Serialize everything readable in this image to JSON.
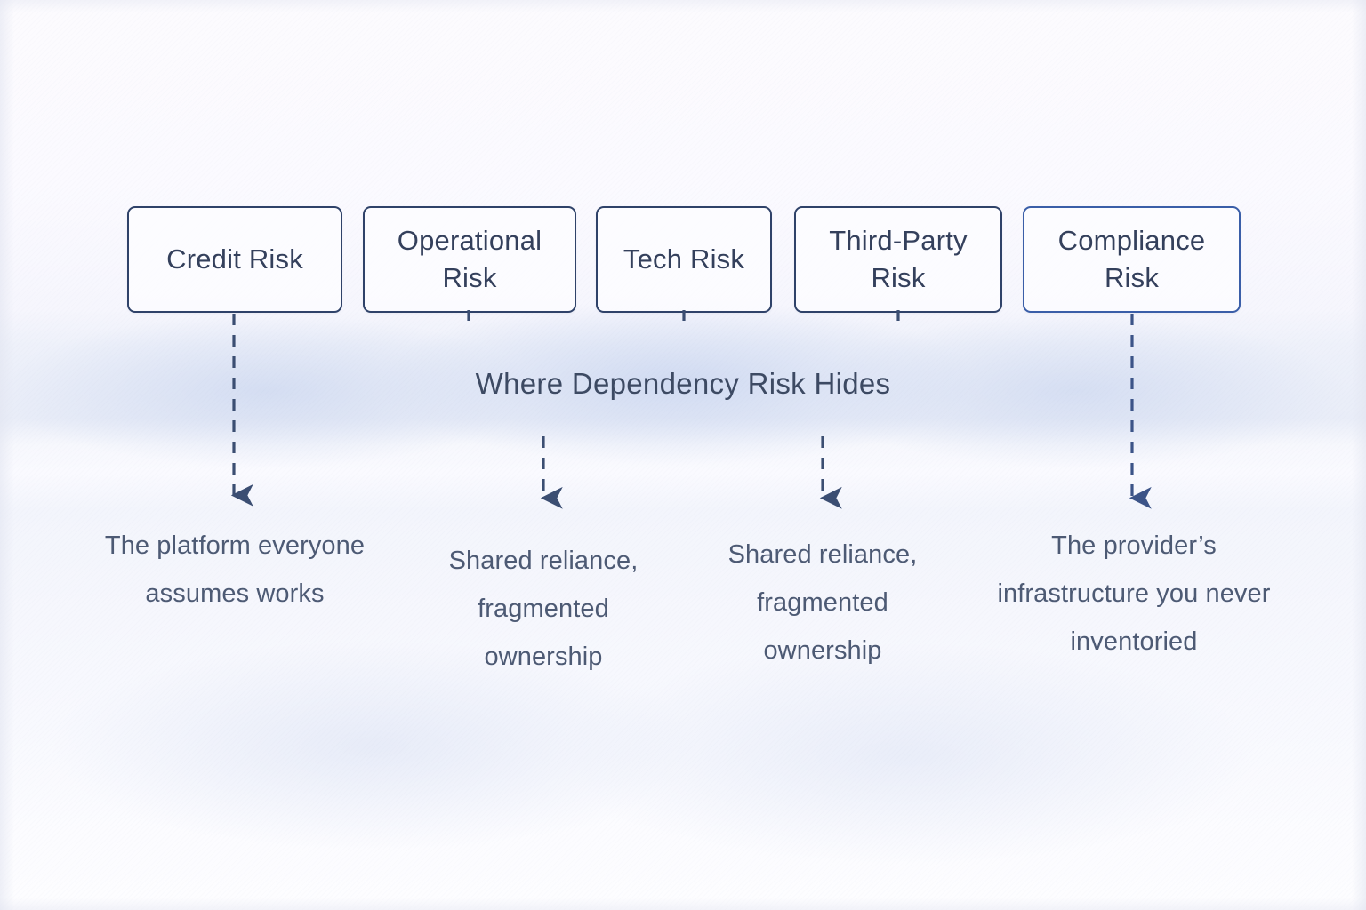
{
  "diagram": {
    "title": "Where Dependency Risk Hides",
    "type": "flow-diagram",
    "colors": {
      "box_border": "#2f4269",
      "box_border_highlight": "#3a5ea8",
      "box_text": "#34405c",
      "title_text": "#3d4a63",
      "caption_text": "#4d5a74",
      "arrow": "#3b4e72",
      "arrow_highlight": "#3a5ea8",
      "background": "#fbfaff",
      "band": "#e9edf8"
    },
    "risk_boxes": [
      {
        "id": "credit-risk",
        "label": "Credit Risk"
      },
      {
        "id": "operational-risk",
        "label": "Operational Risk"
      },
      {
        "id": "tech-risk",
        "label": "Tech Risk"
      },
      {
        "id": "third-party-risk",
        "label": "Third-Party Risk"
      },
      {
        "id": "compliance-risk",
        "label": "Compliance Risk"
      }
    ],
    "captions": [
      {
        "id": "caption-credit",
        "text": "The platform everyone assumes works"
      },
      {
        "id": "caption-operational",
        "text": "Shared reliance, fragmented ownership"
      },
      {
        "id": "caption-tech",
        "text": "Shared reliance, fragmented ownership"
      },
      {
        "id": "caption-compliance",
        "text": "The provider’s infrastructure you never inventoried"
      }
    ],
    "connectors": [
      {
        "id": "connector-credit",
        "from": "credit-risk",
        "to": "caption-credit",
        "style": "dashed-arrow",
        "length": "full"
      },
      {
        "id": "connector-operational",
        "from": "operational-risk",
        "to": "caption-operational",
        "style": "dashed-arrow",
        "length": "short"
      },
      {
        "id": "connector-tech",
        "from": "tech-risk",
        "to": "caption-tech",
        "style": "dashed-arrow",
        "length": "short"
      },
      {
        "id": "connector-third-party",
        "from": "third-party-risk",
        "to": null,
        "style": "stub",
        "length": "stub"
      },
      {
        "id": "connector-compliance",
        "from": "compliance-risk",
        "to": "caption-compliance",
        "style": "dashed-arrow",
        "length": "full"
      }
    ]
  }
}
